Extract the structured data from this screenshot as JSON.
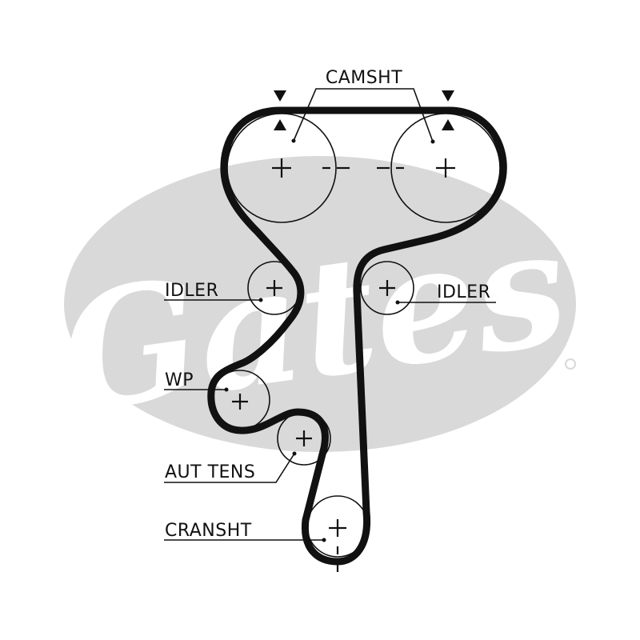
{
  "watermark": {
    "brand": "Gates",
    "ellipse_color": "#d9d9d9"
  },
  "labels": {
    "camshaft": "CAMSHT",
    "idler_left": "IDLER",
    "idler_right": "IDLER",
    "water_pump": "WP",
    "auto_tensioner": "AUT TENS",
    "crankshaft": "CRANSHT"
  },
  "colors": {
    "belt": "#111111",
    "line": "#111111"
  }
}
